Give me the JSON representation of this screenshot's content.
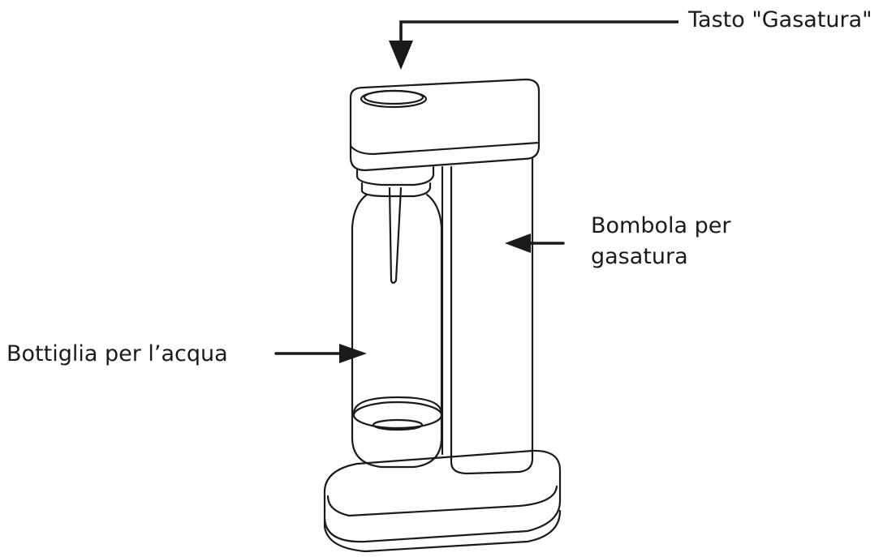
{
  "labels": {
    "carbonation_button": "Tasto \"Gasatura\"",
    "gas_cylinder": [
      "Bombola per",
      "gasatura"
    ],
    "water_bottle": "Bottiglia per l’acqua"
  },
  "colors": {
    "line": "#1a1a1a",
    "background": "#ffffff"
  }
}
